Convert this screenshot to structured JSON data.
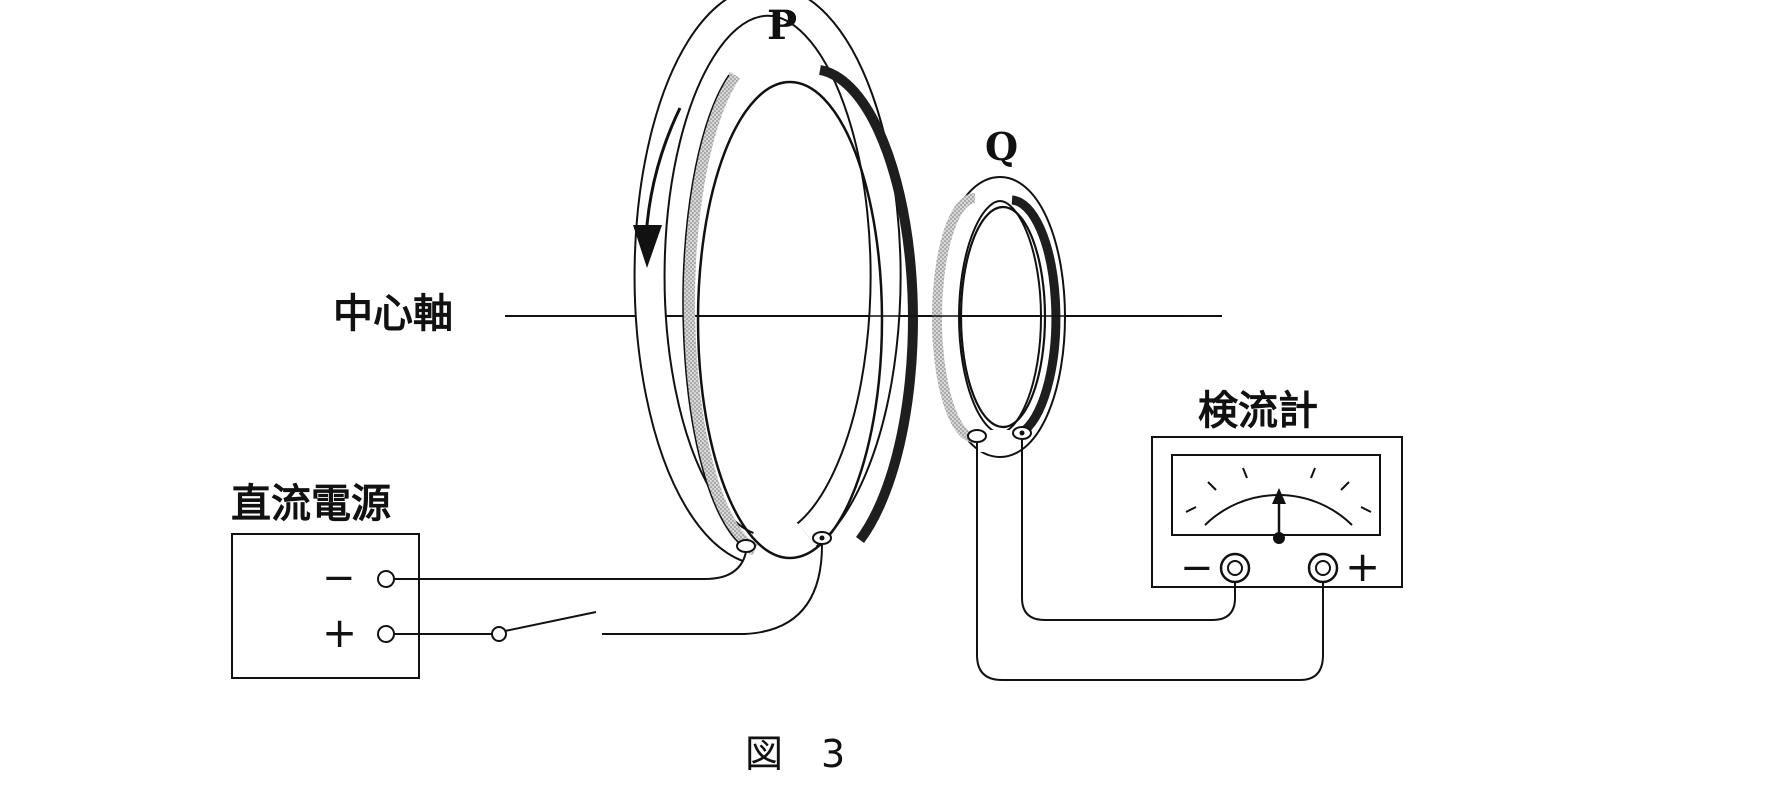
{
  "labels": {
    "coil_p": "P",
    "coil_q": "Q",
    "axis": "中心軸",
    "galvanometer": "検流計",
    "power_supply": "直流電源",
    "figure_caption": "図　3"
  },
  "terminals": {
    "supply_negative": "−",
    "supply_positive": "+",
    "meter_negative": "−",
    "meter_positive": "+"
  },
  "colors": {
    "line": "#111111",
    "coil_dark": "#1e1e1e",
    "coil_light": "#b5b5b5",
    "background": "#ffffff"
  }
}
